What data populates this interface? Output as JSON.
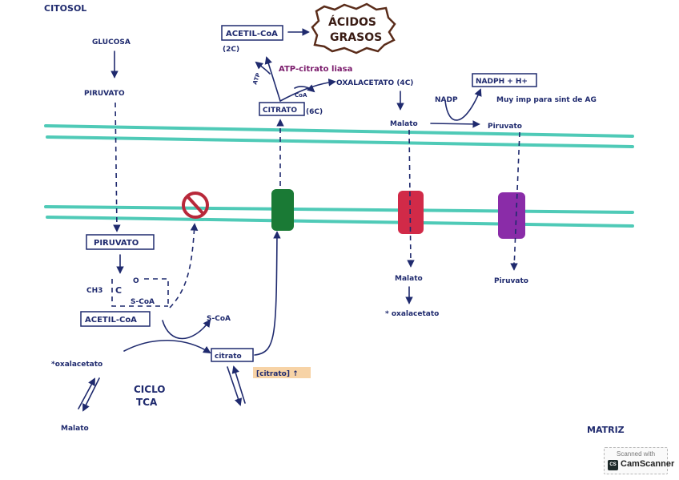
{
  "labels": {
    "citosol": "CITOSOL",
    "matriz": "MATRIZ",
    "glucosa": "GLUCOSA",
    "piruvato_cyto": "PIRUVATO",
    "acetil_coa_cyto": "ACETIL-CoA",
    "acetil_coa_carbons": "(2C)",
    "acidos": "ÁCIDOS",
    "grasos": "GRASOS",
    "atp_citrato_liasa": "ATP-citrato liasa",
    "atp": "ATP",
    "coa": "CoA",
    "oxalacetato_cyto": "OXALACETATO (4C)",
    "citrato_cyto": "CITRATO",
    "citrato_carbons": "(6C)",
    "malato_cyto": "Malato",
    "nadp": "NADP",
    "nadph": "NADPH + H+",
    "nadph_note": "Muy imp para sint de AG",
    "piruvato_cyto2": "Piruvato",
    "piruvato_matrix": "PIRUVATO",
    "ch3": "CH3",
    "c": "C",
    "o": "O",
    "s_coa": "S-CoA",
    "acetil_coa_matrix": "ACETIL-CoA",
    "s_coa_released": "S-CoA",
    "oxalacetato_matrix": "*oxalacetato",
    "malato_matrix": "Malato",
    "ciclo": "CICLO",
    "tca": "TCA",
    "citrato_matrix": "citrato",
    "citrato_conc": "[citrato] ↑",
    "malato_matrix2": "Malato",
    "oxalacetato_matrix2": "* oxalacetato",
    "piruvato_matrix2": "Piruvato"
  },
  "transporters": [
    {
      "name": "blocked-transporter",
      "color": "#b8283a",
      "state": "blocked"
    },
    {
      "name": "citrate-transporter",
      "color": "#1a7a35"
    },
    {
      "name": "malate-transporter",
      "color": "#d12a48"
    },
    {
      "name": "pyruvate-transporter",
      "color": "#8a2ca8"
    }
  ],
  "colors": {
    "ink": "#1f2a6e",
    "membrane": "#4fcab7",
    "enzyme": "#7a1a6b",
    "highlight": "#f2b56b"
  },
  "watermark": {
    "line1": "Scanned with",
    "logo": "CS",
    "line2": "CamScanner"
  }
}
